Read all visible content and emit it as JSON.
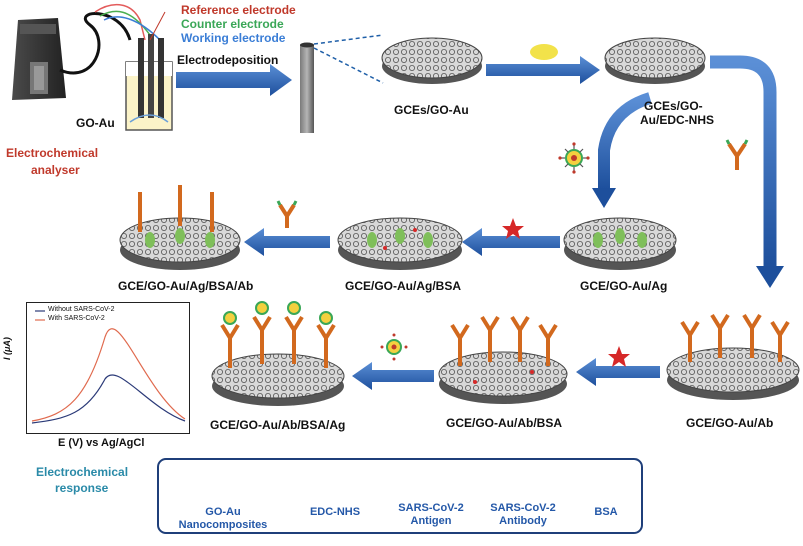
{
  "setup": {
    "reference_electrode": "Reference electrode",
    "counter_electrode": "Counter electrode",
    "working_electrode": "Working electrode",
    "electrodeposition": "Electrodeposition",
    "go_au": "GO-Au",
    "analyser_line1": "Electrochemical",
    "analyser_line2": "analyser"
  },
  "steps": {
    "gces_go_au": "GCEs/GO-Au",
    "gces_go_au_edc_nhs_line1": "GCEs/GO-",
    "gces_go_au_edc_nhs_line2": "Au/EDC-NHS",
    "gce_go_au_ag": "GCE/GO-Au/Ag",
    "gce_go_au_ag_bsa": "GCE/GO-Au/Ag/BSA",
    "gce_go_au_ag_bsa_ab": "GCE/GO-Au/Ag/BSA/Ab",
    "gce_go_au_ab": "GCE/GO-Au/Ab",
    "gce_go_au_ab_bsa": "GCE/GO-Au/Ab/BSA",
    "gce_go_au_ab_bsa_ag": "GCE/GO-Au/Ab/BSA/Ag"
  },
  "plot": {
    "legend_without": "Without SARS-CoV-2",
    "legend_with": "With SARS-CoV-2",
    "xlabel": "E (V) vs Ag/AgCl",
    "ylabel": "I (μA)",
    "caption_line1": "Electrochemical",
    "caption_line2": "response",
    "colors": {
      "without": "#2b3a78",
      "with": "#e06a4e"
    }
  },
  "legend": {
    "go_au": "GO-Au Nanocomposites",
    "edc_nhs": "EDC-NHS",
    "antigen_line1": "SARS-CoV-2",
    "antigen_line2": "Antigen",
    "antibody_line1": "SARS-CoV-2",
    "antibody_line2": "Antibody",
    "bsa": "BSA"
  },
  "colors": {
    "arrow": "#2458a8",
    "antibody": "#d2691e",
    "bsa_star": "#d62828",
    "edc_nhs": "#f2e24a",
    "disk": "#bfbfbf"
  }
}
